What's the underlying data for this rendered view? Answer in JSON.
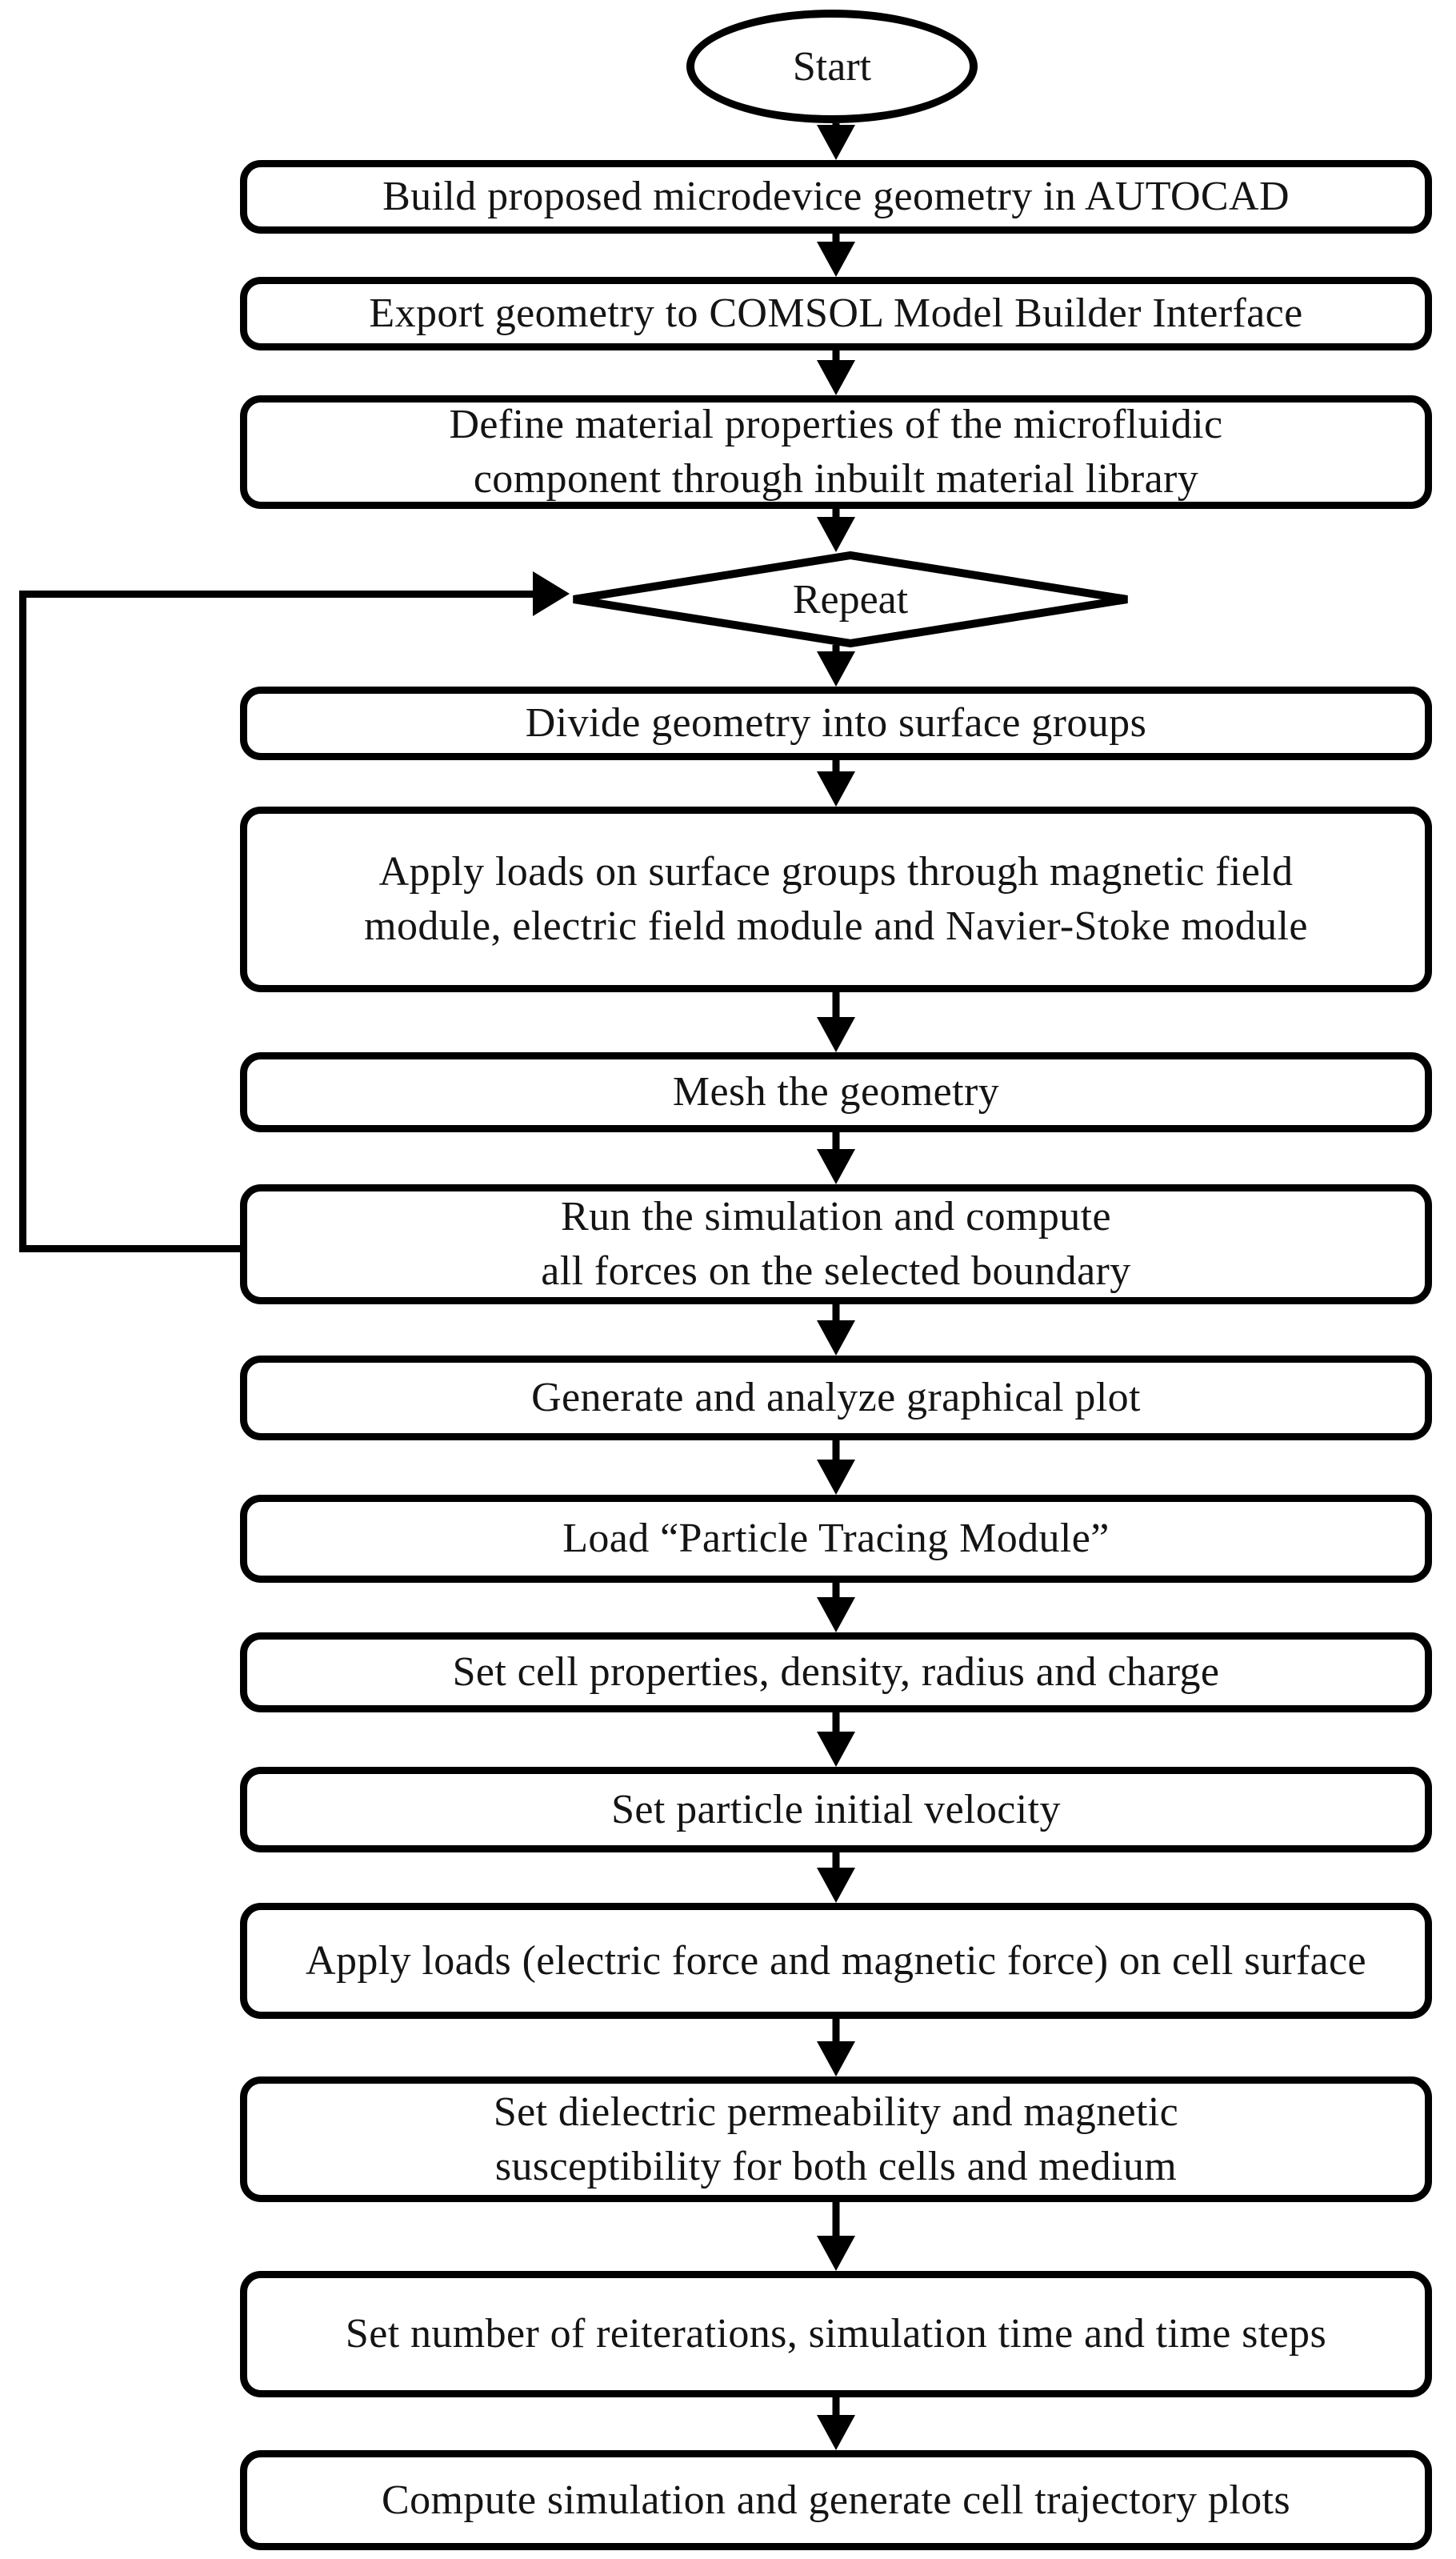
{
  "page": {
    "background_color": "#ffffff",
    "line_color": "#000000"
  },
  "flowchart": {
    "start_label": "Start",
    "decision_label": "Repeat",
    "steps": [
      "Build proposed microdevice geometry in AUTOCAD",
      "Export geometry to COMSOL Model Builder Interface",
      "Define material properties of the microfluidic component through inbuilt material library",
      "Divide geometry into surface groups",
      "Apply loads on surface groups through magnetic field module, electric field module and Navier-Stoke module",
      "Mesh the geometry",
      "Run the simulation and compute all forces on the selected boundary",
      "Generate and analyze graphical plot",
      "Load “Particle Tracing Module”",
      "Set cell properties, density, radius and charge",
      "Set particle initial velocity",
      "Apply loads (electric force and magnetic force) on cell surface",
      "Set dielectric permeability and magnetic susceptibility for both cells and medium",
      "Set number of reiterations, simulation time and time steps",
      "Compute simulation and generate cell trajectory plots"
    ]
  }
}
